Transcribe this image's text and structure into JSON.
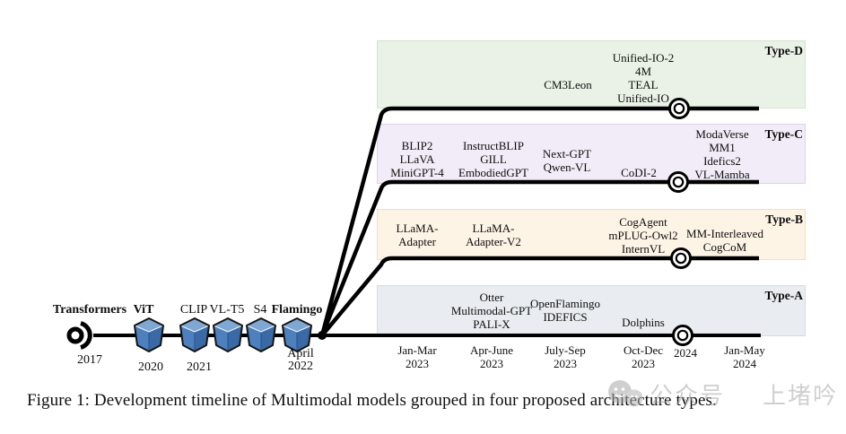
{
  "caption": "Figure 1: Development timeline of Multimodal models grouped in four proposed architecture types.",
  "watermark": {
    "icon": "chat-bubbles-icon",
    "text": "公众号",
    "text2": "上堵吟"
  },
  "colors": {
    "cube_top": "#7fa7d3",
    "cube_left": "#4d80bd",
    "cube_right": "#3a6aa6",
    "line": "#000000"
  },
  "timeline": {
    "events": [
      {
        "name": "Transformers",
        "year": "2017"
      },
      {
        "name": "ViT",
        "year": "2020"
      },
      {
        "name": "CLIP",
        "year": "2021"
      },
      {
        "name": "VL-T5",
        "year": ""
      },
      {
        "name": "S4",
        "year": ""
      },
      {
        "name": "Flamingo",
        "year": "April",
        "year2": "2022"
      }
    ],
    "quarters": [
      {
        "l1": "Jan-Mar",
        "l2": "2023"
      },
      {
        "l1": "Apr-June",
        "l2": "2023"
      },
      {
        "l1": "July-Sep",
        "l2": "2023"
      },
      {
        "l1": "Oct-Dec",
        "l2": "2023"
      },
      {
        "l1": "2024",
        "l2": ""
      },
      {
        "l1": "Jan-May",
        "l2": "2024"
      }
    ]
  },
  "rows": [
    {
      "label": "Type-D",
      "background": "#eaf2e7",
      "columns": [
        {
          "models": [
            "CM3Leon"
          ]
        },
        {
          "models": [
            "Unified-IO-2",
            "4M",
            "TEAL",
            "Unified-IO"
          ]
        }
      ]
    },
    {
      "label": "Type-C",
      "background": "#f1ecf7",
      "columns": [
        {
          "models": [
            "BLIP2",
            "LLaVA",
            "MiniGPT-4"
          ]
        },
        {
          "models": [
            "InstructBLIP",
            "GILL",
            "EmbodiedGPT"
          ]
        },
        {
          "models": [
            "Next-GPT",
            "Qwen-VL"
          ]
        },
        {
          "models": [
            "CoDI-2"
          ]
        },
        {
          "models": [
            "ModaVerse",
            "MM1",
            "Idefics2",
            "VL-Mamba"
          ]
        }
      ]
    },
    {
      "label": "Type-B",
      "background": "#fdf4e6",
      "columns": [
        {
          "models": [
            "LLaMA-",
            "Adapter"
          ]
        },
        {
          "models": [
            "LLaMA-",
            "Adapter-V2"
          ]
        },
        {
          "models": [
            "CogAgent",
            "mPLUG-Owl2",
            "InternVL"
          ]
        },
        {
          "models": [
            "MM-Interleaved",
            "CogCoM"
          ]
        }
      ]
    },
    {
      "label": "Type-A",
      "background": "#e9edf1",
      "columns": [
        {
          "models": [
            "Otter",
            "Multimodal-GPT",
            "PALI-X"
          ]
        },
        {
          "models": [
            "OpenFlamingo",
            "IDEFICS"
          ]
        },
        {
          "models": [
            "Dolphins"
          ]
        }
      ]
    }
  ]
}
